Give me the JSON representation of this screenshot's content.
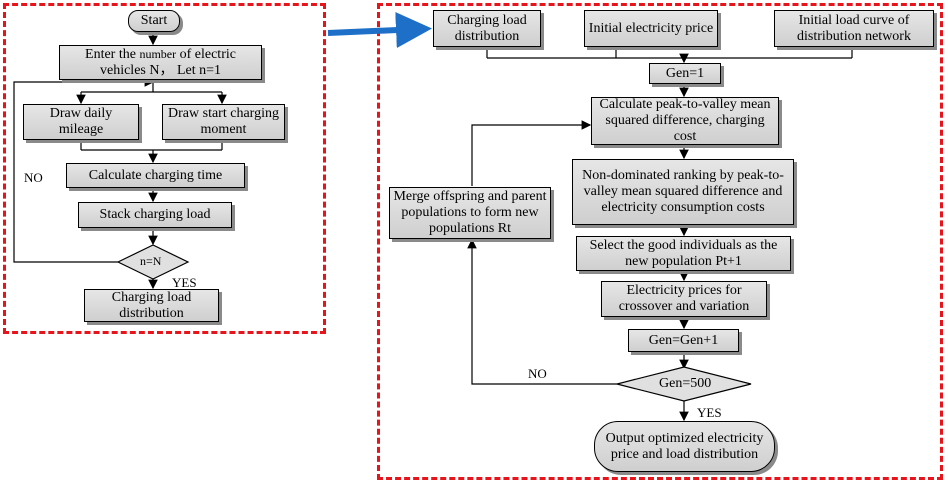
{
  "left": {
    "start": "Start",
    "enter": [
      "Enter the ",
      "number",
      " of electric vehicles N， Let n=1"
    ],
    "draw_mileage": "Draw daily mileage",
    "draw_start": "Draw start charging moment",
    "calc_time": "Calculate charging time",
    "stack": "Stack charging load",
    "decision": "n=N",
    "no_label": "NO",
    "yes_label": "YES",
    "result": "Charging load distribution"
  },
  "right": {
    "input1": "Charging load distribution",
    "input2": "Initial electricity price",
    "input3": "Initial load curve of distribution network",
    "gen_init": "Gen=1",
    "calc": "Calculate peak-to-valley mean squared difference, charging cost",
    "rank": "Non-dominated ranking by peak-to-valley mean squared difference and electricity consumption costs",
    "select": "Select the good individuals as the new population Pt+1",
    "prices": "Electricity prices for crossover and variation",
    "gen_inc": "Gen=Gen+1",
    "decision": "Gen=500",
    "merge": "Merge offspring and parent populations to form new populations Rt",
    "no_label": "NO",
    "yes_label": "YES",
    "output": "Output optimized electricity price and load distribution"
  },
  "colors": {
    "panel_border": "#e8141b",
    "connector_arrow": "#1e6fc8"
  }
}
